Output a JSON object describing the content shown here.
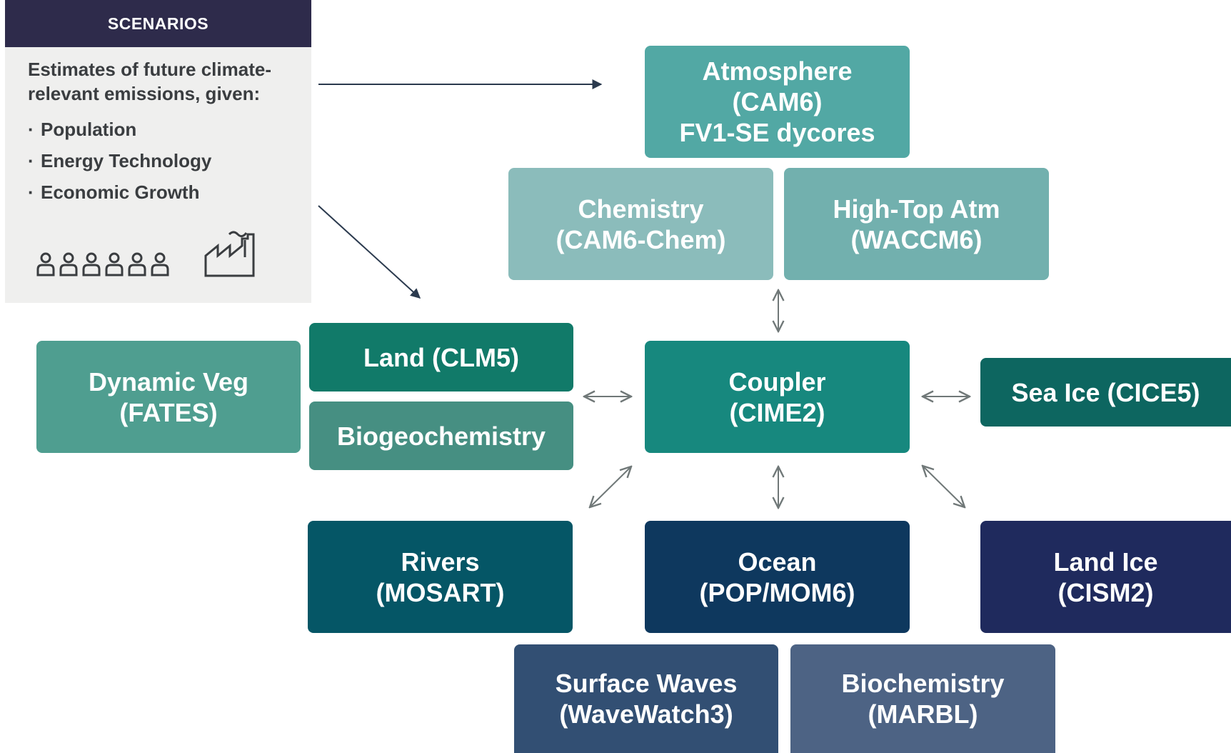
{
  "scenarios": {
    "header": "SCENARIOS",
    "intro": "Estimates of future climate-relevant emissions, given:",
    "items": [
      "Population",
      "Energy Technology",
      "Economic Growth"
    ],
    "icons": [
      "people-icon",
      "factory-icon"
    ]
  },
  "components": {
    "atmosphere": {
      "line1": "Atmosphere",
      "line2": "(CAM6)",
      "line3": "FV1-SE dycores"
    },
    "chemistry": {
      "line1": "Chemistry",
      "line2": "(CAM6-Chem)"
    },
    "hightop": {
      "line1": "High-Top Atm",
      "line2": "(WACCM6)"
    },
    "dynveg": {
      "line1": "Dynamic Veg",
      "line2": "(FATES)"
    },
    "land": {
      "line1": "Land (CLM5)"
    },
    "biogeo": {
      "line1": "Biogeochemistry"
    },
    "coupler": {
      "line1": "Coupler",
      "line2": "(CIME2)"
    },
    "seaice": {
      "line1": "Sea Ice (CICE5)"
    },
    "rivers": {
      "line1": "Rivers",
      "line2": "(MOSART)"
    },
    "ocean": {
      "line1": "Ocean",
      "line2": "(POP/MOM6)"
    },
    "landice": {
      "line1": "Land Ice",
      "line2": "(CISM2)"
    },
    "waves": {
      "line1": "Surface Waves",
      "line2": "(WaveWatch3)"
    },
    "biochem": {
      "line1": "Biochemistry",
      "line2": "(MARBL)"
    }
  },
  "colors": {
    "header_bg": "#2e2b4b",
    "atmosphere": "#52a8a4",
    "chemistry": "#8bbcbb",
    "hightop": "#72b0ae",
    "dynveg": "#4f9e90",
    "land": "#117a69",
    "biogeo": "#468f82",
    "coupler": "#17887e",
    "seaice": "#0d6660",
    "rivers": "#055666",
    "ocean": "#0e385e",
    "landice": "#1f2a5d",
    "waves": "#324f73",
    "biochem": "#4d6384"
  }
}
